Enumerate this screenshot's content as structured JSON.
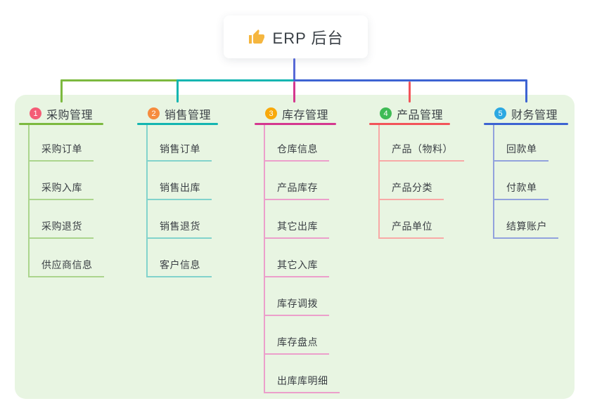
{
  "root": {
    "title": "ERP 后台",
    "icon": "thumb-up-icon",
    "icon_color": "#F5B63F",
    "line_color": "#5869D6"
  },
  "canvas": {
    "background": "#ffffff",
    "panel_color": "#E8F5E2"
  },
  "branches": [
    {
      "index": "1",
      "title": "采购管理",
      "color": "#7CB93F",
      "color_light": "#ABD58D",
      "badge_color": "#F45C76",
      "children": [
        "采购订单",
        "采购入库",
        "采购退货",
        "供应商信息"
      ]
    },
    {
      "index": "2",
      "title": "销售管理",
      "color": "#13B5B1",
      "color_light": "#82D3CC",
      "badge_color": "#F68C3E",
      "children": [
        "销售订单",
        "销售出库",
        "销售退货",
        "客户信息"
      ]
    },
    {
      "index": "3",
      "title": "库存管理",
      "color": "#D4388F",
      "color_light": "#EC9FCB",
      "badge_color": "#F8A90B",
      "children": [
        "仓库信息",
        "产品库存",
        "其它出库",
        "其它入库",
        "库存调拨",
        "库存盘点",
        "出库库明细"
      ]
    },
    {
      "index": "4",
      "title": "产品管理",
      "color": "#F25459",
      "color_light": "#F8A9A6",
      "badge_color": "#3FBB55",
      "children": [
        "产品（物料）",
        "产品分类",
        "产品单位"
      ]
    },
    {
      "index": "5",
      "title": "财务管理",
      "color": "#3D63D2",
      "color_light": "#92A2DD",
      "badge_color": "#2BA8E2",
      "children": [
        "回款单",
        "付款单",
        "结算账户"
      ]
    }
  ]
}
